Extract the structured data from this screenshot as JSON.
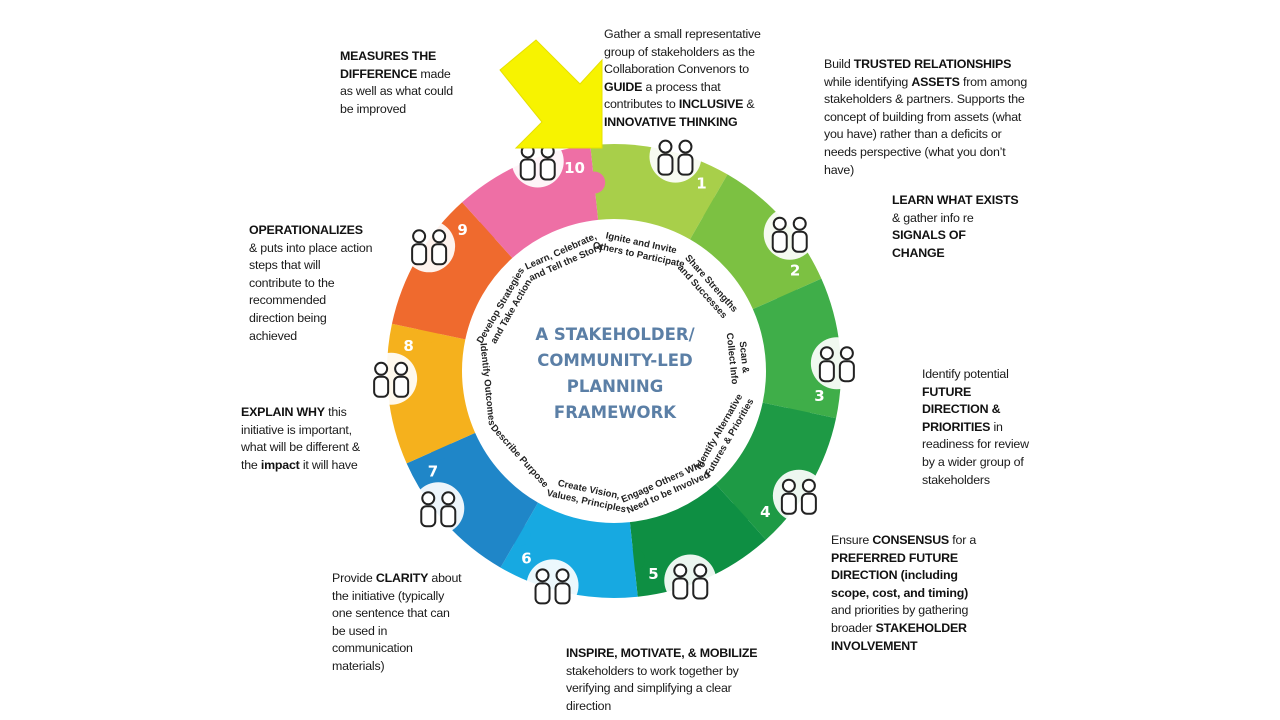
{
  "title_lines": [
    "A STAKEHOLDER/",
    "COMMUNITY-LED",
    "PLANNING",
    "FRAMEWORK"
  ],
  "colors": {
    "seg1": "#a8cf4a",
    "seg2": "#7cc142",
    "seg3": "#3fae49",
    "seg4": "#1e9a45",
    "seg5": "#0e8f43",
    "seg6": "#17a9e1",
    "seg7": "#1f86c8",
    "seg8": "#f5b11d",
    "seg9": "#ef6a2e",
    "seg10": "#ee6fa5",
    "arrow": "#f7f300",
    "title": "#5b7fa6"
  },
  "steps": [
    {
      "number": "1",
      "label_lines": [
        "Ignite and Invite",
        "Others to Participate"
      ]
    },
    {
      "number": "2",
      "label_lines": [
        "Share Strengths",
        "and Successes"
      ]
    },
    {
      "number": "3",
      "label_lines": [
        "Scan &",
        "Collect Info"
      ]
    },
    {
      "number": "4",
      "label_lines": [
        "Identify Alternative",
        "Futures & Priorities"
      ]
    },
    {
      "number": "5",
      "label_lines": [
        "Engage Others Who",
        "Need to be Involved"
      ]
    },
    {
      "number": "6",
      "label_lines": [
        "Create Vision,",
        "Values, Principles"
      ]
    },
    {
      "number": "7",
      "label_lines": [
        "Describe Purpose"
      ]
    },
    {
      "number": "8",
      "label_lines": [
        "Identify Outcomes"
      ]
    },
    {
      "number": "9",
      "label_lines": [
        "Develop Strategies",
        "and Take Action"
      ]
    },
    {
      "number": "10",
      "label_lines": [
        "Learn, Celebrate,",
        "and Tell the Story"
      ]
    }
  ],
  "icons": [
    "collaborators-torch-icon",
    "weightlifters-icon",
    "magnifier-group-icon",
    "presentation-board-icon",
    "megaphone-crowd-icon",
    "thought-check-icon",
    "tin-can-phone-icon",
    "question-document-icon",
    "arrow-push-icon",
    "open-book-celebration-icon"
  ],
  "notes": {
    "n1": {
      "t1": "Gather a small representative group of stakeholders as the Collaboration Convenors to ",
      "b1": "GUIDE",
      "t2": " a process that contributes to ",
      "b2": "INCLUSIVE",
      "t3": " & ",
      "b3": "INNOVATIVE THINKING"
    },
    "n2": {
      "t1": "Build ",
      "b1": "TRUSTED RELATIONSHIPS",
      "t2": " while identifying ",
      "b2": "ASSETS",
      "t3": " from among stakeholders & partners. Supports the concept of building from assets (what you have) rather than a deficits or needs perspective (what you don’t have)"
    },
    "n3": {
      "b1": "LEARN WHAT EXISTS",
      "t1": " & gather info re ",
      "b2": "SIGNALS OF CHANGE"
    },
    "n4": {
      "t1": "Identify potential ",
      "b1": "FUTURE DIRECTION & PRIORITIES",
      "t2": " in readiness for review by a wider group of stakeholders"
    },
    "n5": {
      "t1": "Ensure ",
      "b1": "CONSENSUS",
      "t2": " for a ",
      "b2": "PREFERRED FUTURE DIRECTION (including scope, cost, and timing)",
      "t3": " and priorities by gathering broader ",
      "b3": "STAKEHOLDER INVOLVEMENT"
    },
    "n6": {
      "b1": "INSPIRE, MOTIVATE, & MOBILIZE",
      "t1": " stakeholders to work together by verifying and simplifying a clear direction"
    },
    "n7": {
      "t1": "Provide ",
      "b1": "CLARITY",
      "t2": " about the initiative (typically one sentence that can be used in communication materials)"
    },
    "n8": {
      "b1": "EXPLAIN WHY",
      "t1": " this initiative is important, what will be different & the ",
      "b2": "impact",
      "t2": " it will have"
    },
    "n9": {
      "b1": "OPERATIONALIZES",
      "t1": " & puts into place action steps that will contribute to the recommended direction being achieved"
    },
    "n10": {
      "b1": "MEASURES THE DIFFERENCE",
      "t1": " made as well as what could be improved"
    }
  }
}
